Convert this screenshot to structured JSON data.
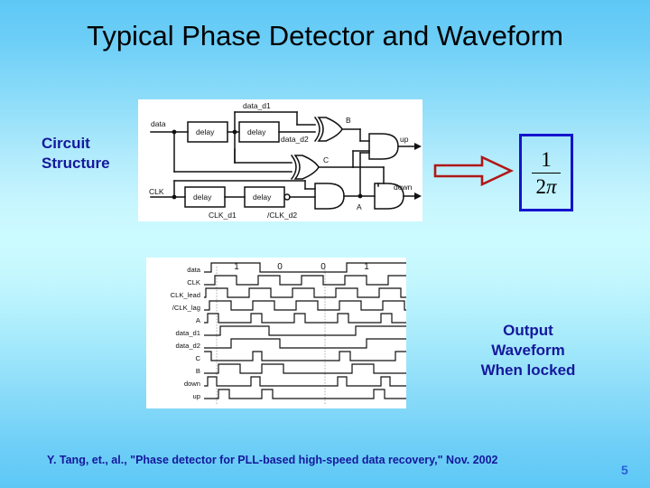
{
  "slide": {
    "title": "Typical Phase Detector and Waveform",
    "page_number": "5",
    "citation": "Y. Tang, et., al., \"Phase detector for PLL-based high-speed data recovery,\" Nov. 2002",
    "background_top_color": "#5ec8f5",
    "background_mid_color": "#ccfbff",
    "title_color": "#000000",
    "accent_text_color": "#15189c"
  },
  "captions": {
    "circuit": "Circuit\nStructure",
    "circuit_line1": "Circuit",
    "circuit_line2": "Structure",
    "output_line1": "Output",
    "output_line2": "Waveform",
    "output_line3": "When locked"
  },
  "formula": {
    "numerator": "1",
    "denominator_coefficient": "2",
    "denominator_symbol": "π",
    "expression": "1 / (2π)",
    "border_color": "#1414cc"
  },
  "arrow": {
    "direction": "right",
    "outline_color": "#b01818",
    "fill_color": "transparent"
  },
  "circuit": {
    "inputs": [
      "data",
      "CLK"
    ],
    "outputs": [
      "up",
      "down"
    ],
    "blocks": [
      {
        "label": "delay",
        "path": "data"
      },
      {
        "label": "delay",
        "path": "data"
      },
      {
        "label": "delay",
        "path": "clk"
      },
      {
        "label": "delay",
        "path": "clk"
      }
    ],
    "nets": [
      "data_d1",
      "data_d2",
      "CLK_d1",
      "/CLK_d2"
    ],
    "node_labels": [
      "B",
      "C",
      "A"
    ],
    "gates": [
      {
        "type": "xor",
        "output": "B"
      },
      {
        "type": "xor",
        "output": "C"
      },
      {
        "type": "and",
        "output": "up"
      },
      {
        "type": "and",
        "output": "A"
      },
      {
        "type": "and",
        "output": "down"
      }
    ],
    "block_label": "delay"
  },
  "waveform": {
    "signals": [
      "data",
      "CLK",
      "CLK_lead",
      "/CLK_lag",
      "A",
      "data_d1",
      "data_d2",
      "C",
      "B",
      "down",
      "up"
    ],
    "data_bits": [
      "1",
      "0",
      "0",
      "1"
    ],
    "marker_lines": 2
  },
  "chart_data": {
    "type": "line",
    "title": "Output waveform when locked",
    "xlabel": "",
    "ylabel": "",
    "series": [
      {
        "name": "data",
        "values": [
          0,
          1,
          1,
          1,
          1,
          0,
          0,
          0,
          0,
          0,
          0,
          0,
          0,
          1,
          1,
          1
        ]
      },
      {
        "name": "CLK",
        "values": [
          0,
          0,
          1,
          1,
          0,
          0,
          1,
          1,
          0,
          0,
          1,
          1,
          0,
          0,
          1,
          1
        ]
      },
      {
        "name": "CLK_lead",
        "values": [
          0,
          1,
          1,
          0,
          0,
          1,
          1,
          0,
          0,
          1,
          1,
          0,
          0,
          1,
          1,
          0
        ]
      },
      {
        "name": "/CLK_lag",
        "values": [
          0,
          1,
          1,
          0,
          0,
          1,
          1,
          0,
          0,
          1,
          1,
          0,
          0,
          1,
          1,
          0
        ]
      },
      {
        "name": "A",
        "values": [
          0,
          1,
          0,
          0,
          0,
          1,
          0,
          0,
          0,
          1,
          0,
          0,
          0,
          1,
          0,
          0
        ]
      },
      {
        "name": "data_d1",
        "values": [
          0,
          0,
          1,
          1,
          1,
          1,
          0,
          0,
          0,
          0,
          0,
          0,
          0,
          0,
          1,
          1
        ]
      },
      {
        "name": "data_d2",
        "values": [
          0,
          0,
          0,
          1,
          1,
          1,
          1,
          0,
          0,
          0,
          0,
          0,
          0,
          0,
          0,
          1
        ]
      },
      {
        "name": "C",
        "values": [
          1,
          0,
          0,
          0,
          1,
          1,
          0,
          0,
          0,
          0,
          0,
          0,
          1,
          1,
          0,
          0
        ]
      },
      {
        "name": "B",
        "values": [
          0,
          0,
          1,
          1,
          0,
          0,
          1,
          1,
          0,
          0,
          0,
          0,
          0,
          0,
          1,
          1
        ]
      },
      {
        "name": "down",
        "values": [
          0,
          1,
          0,
          0,
          0,
          1,
          0,
          0,
          0,
          0,
          0,
          0,
          0,
          1,
          0,
          0
        ]
      },
      {
        "name": "up",
        "values": [
          0,
          0,
          1,
          0,
          0,
          0,
          1,
          0,
          0,
          0,
          0,
          0,
          0,
          0,
          1,
          0
        ]
      }
    ],
    "annotations": [
      "1",
      "0",
      "0",
      "1"
    ]
  }
}
